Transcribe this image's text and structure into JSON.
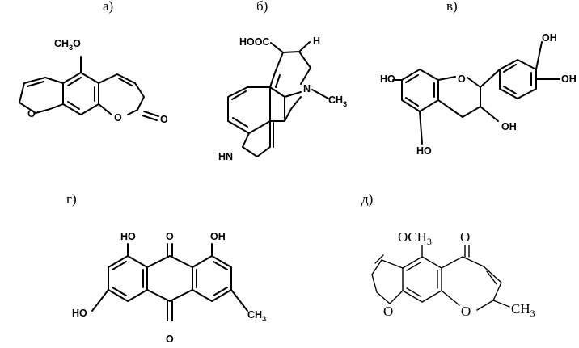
{
  "labels": {
    "a": "а)",
    "b": "б)",
    "v": "в)",
    "g": "г)",
    "d": "д)"
  },
  "atoms": {
    "a_och3_1": "CH",
    "a_och3_2": "3",
    "a_och3_3": "O",
    "a_o1": "O",
    "a_o2": "O",
    "a_o3": "O",
    "b_hooc": "HOOC",
    "b_h": "H",
    "b_n": "N",
    "b_ch3_1": "CH",
    "b_ch3_2": "3",
    "b_hn": "HN",
    "v_oh1": "OH",
    "v_oh2": "OH",
    "v_ho1": "HO",
    "v_o": "O",
    "v_oh3": "OH",
    "v_ho2": "HO",
    "g_ho1": "HO",
    "g_o1": "O",
    "g_oh1": "OH",
    "g_ho2": "HO",
    "g_o2": "O",
    "g_ch3_1": "CH",
    "g_ch3_2": "3",
    "d_och3_1": "OCH",
    "d_och3_2": "3",
    "d_o1": "O",
    "d_o2": "O",
    "d_o3": "O",
    "d_ch3_1": "CH",
    "d_ch3_2": "3"
  }
}
